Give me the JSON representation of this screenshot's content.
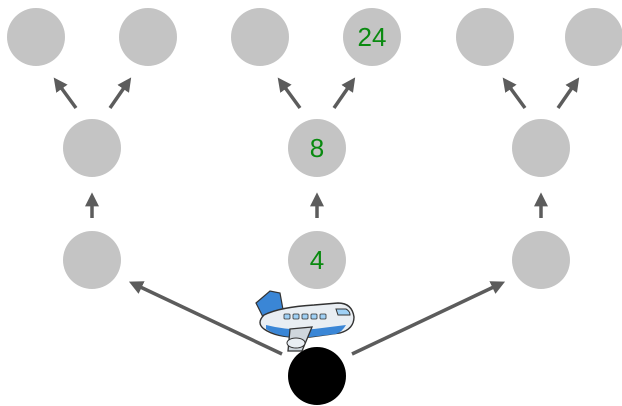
{
  "colors": {
    "background": "#ffffff",
    "node_fill": "#c4c4c4",
    "node_value_text": "#0a8a10",
    "arrow": "#5c5c5c",
    "start_node": "#000000",
    "plane_body": "#e9eef3",
    "plane_blue": "#3a86d6"
  },
  "player": {
    "icon": "airplane-icon"
  },
  "tree": {
    "start_node": {
      "icon": "start-node"
    },
    "branches": [
      {
        "name": "left",
        "level1": {
          "value": ""
        },
        "level2": {
          "value": ""
        },
        "level3": [
          {
            "value": ""
          },
          {
            "value": ""
          }
        ]
      },
      {
        "name": "middle",
        "level1": {
          "value": "4"
        },
        "level2": {
          "value": "8"
        },
        "level3": [
          {
            "value": ""
          },
          {
            "value": "24"
          }
        ]
      },
      {
        "name": "right",
        "level1": {
          "value": ""
        },
        "level2": {
          "value": ""
        },
        "level3": [
          {
            "value": ""
          },
          {
            "value": ""
          }
        ]
      }
    ]
  }
}
